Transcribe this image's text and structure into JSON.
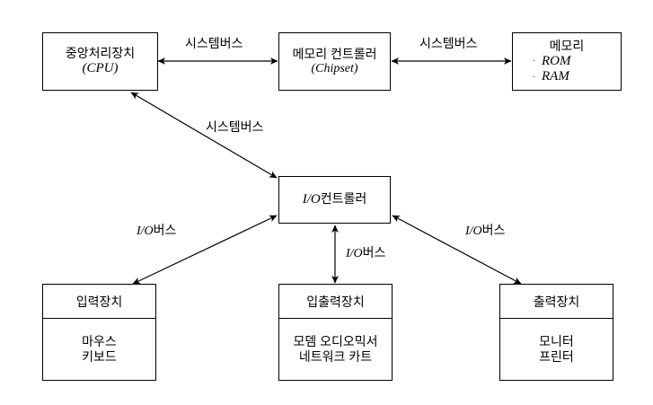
{
  "diagram": {
    "title": "Computer system bus architecture block diagram",
    "background_color": "#ffffff",
    "line_color": "#000000",
    "nodes": {
      "cpu": {
        "line1": "중앙처리장치",
        "line2": "(CPU)"
      },
      "memory_controller": {
        "line1": "메모리 컨트롤러",
        "line2": "(Chipset)"
      },
      "memory": {
        "line1": "메모리",
        "bullet1": "ROM",
        "bullet2": "RAM",
        "bullet_glyph": "·"
      },
      "io_controller": {
        "prefix": "I/O",
        "line1": "컨트롤러"
      },
      "input_device": {
        "header": "입력장치",
        "item1": "마우스",
        "item2": "키보드"
      },
      "io_device": {
        "header": "입출력장치",
        "item1": "모뎀 오디오믹서",
        "item2": "네트워크 카트"
      },
      "output_device": {
        "header": "출력장치",
        "item1": "모니터",
        "item2": "프린터"
      }
    },
    "edges": {
      "cpu_to_mc": {
        "label": "시스템버스"
      },
      "mc_to_memory": {
        "label": "시스템버스"
      },
      "cpu_to_ioc": {
        "label": "시스템버스"
      },
      "ioc_to_input": {
        "prefix": "I/O",
        "label": "버스"
      },
      "ioc_to_iodevice": {
        "prefix": "I/O",
        "label": "버스"
      },
      "ioc_to_output": {
        "prefix": "I/O",
        "label": "버스"
      }
    }
  }
}
